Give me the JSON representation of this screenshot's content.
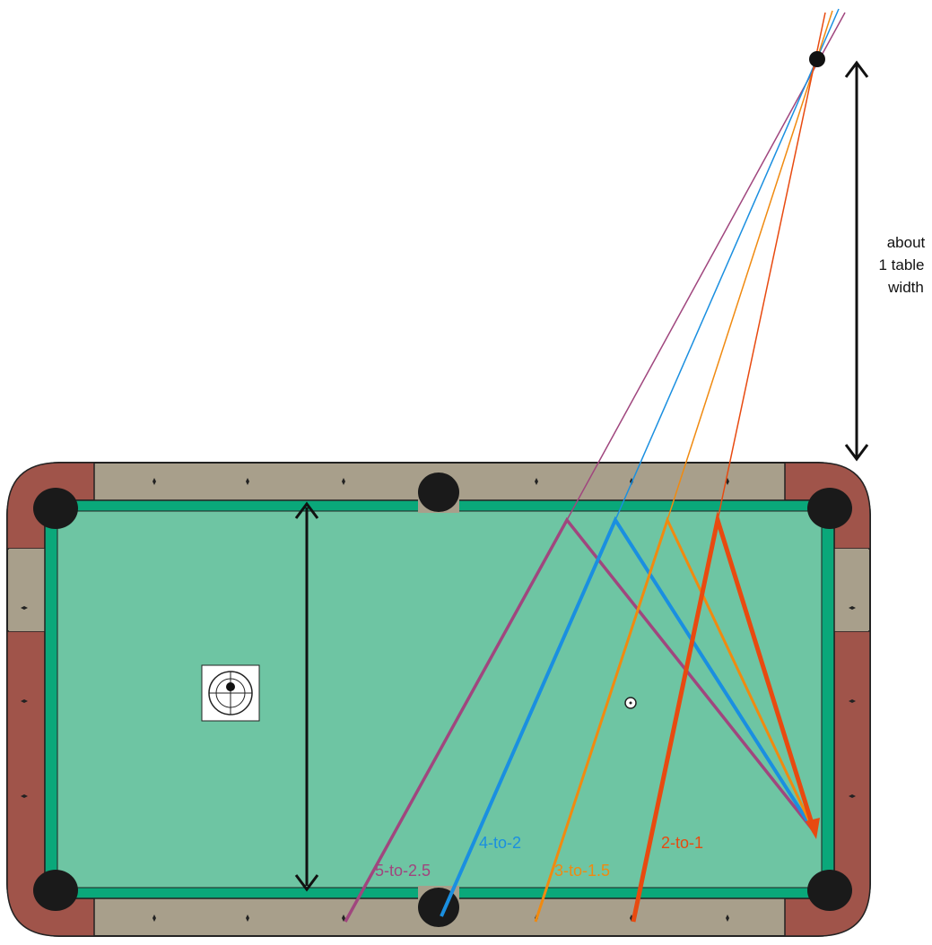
{
  "diagram": {
    "annotation": {
      "line1": "about",
      "line2": "1 table",
      "line3": "width"
    },
    "system_labels": [
      {
        "text": "5-to-2.5",
        "color": "#a0467e"
      },
      {
        "text": "4-to-2",
        "color": "#1a8fe0"
      },
      {
        "text": "3-to-1.5",
        "color": "#f08a10"
      },
      {
        "text": "2-to-1",
        "color": "#e84a10"
      }
    ],
    "colors": {
      "cloth": "#6ec5a3",
      "cushion": "#0aa87a",
      "rail": "#a89f8b",
      "corner": "#a0544a",
      "pocket": "#1a1a1a"
    },
    "icons": [
      "cue-ball-tip-target-icon",
      "object-ball-icon",
      "double-arrow-icon"
    ]
  }
}
